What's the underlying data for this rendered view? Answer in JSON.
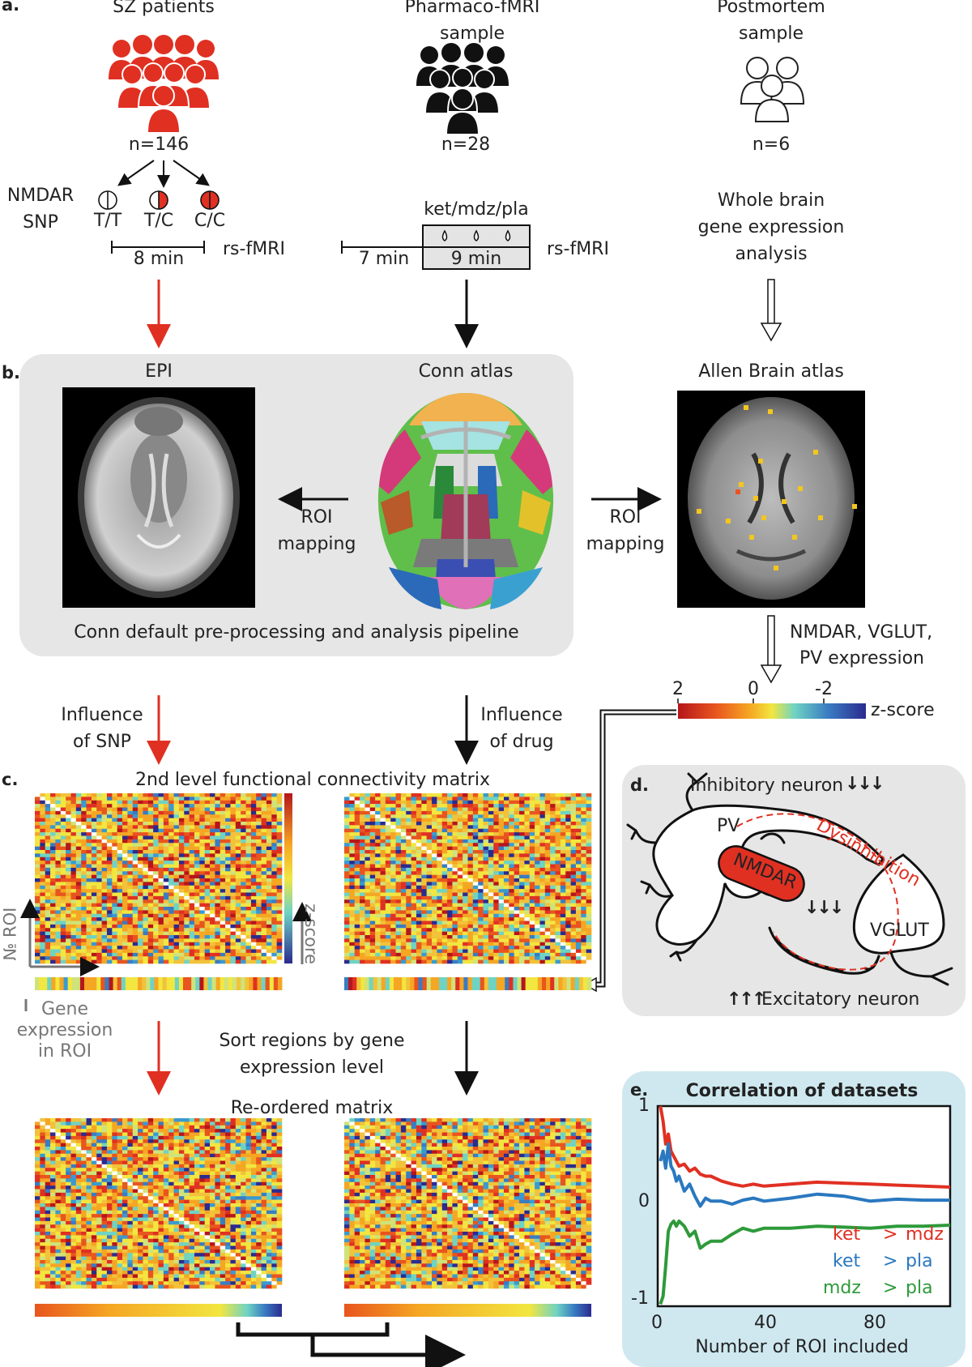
{
  "panel_labels": {
    "a": "a.",
    "b": "b.",
    "c": "c.",
    "d": "d.",
    "e": "e."
  },
  "panel_a": {
    "groups": [
      {
        "title": "SZ patients",
        "n": "n=146",
        "color": "#e03022"
      },
      {
        "title_line1": "Pharmaco-fMRI",
        "title_line2": "sample",
        "n": "n=28",
        "color": "#111111"
      },
      {
        "title_line1": "Postmortem",
        "title_line2": "sample",
        "n": "n=6",
        "color": "#ffffff"
      }
    ],
    "snp_label_line1": "NMDAR",
    "snp_label_line2": "SNP",
    "genotypes": [
      "T/T",
      "T/C",
      "C/C"
    ],
    "sz_scan_duration": "8 min",
    "scan_label": "rs-fMRI",
    "drug_conditions": "ket/mdz/pla",
    "baseline_duration": "7 min",
    "drug_duration": "9 min",
    "postmortem_text": [
      "Whole brain",
      "gene expression",
      "analysis"
    ]
  },
  "panel_b": {
    "epi_title": "EPI",
    "atlas_title": "Conn atlas",
    "allen_title": "Allen Brain atlas",
    "roi_mapping_line1": "ROI",
    "roi_mapping_line2": "mapping",
    "pipeline_caption": "Conn default pre-processing and analysis pipeline",
    "expression_line1": "NMDAR, VGLUT,",
    "expression_line2": "PV expression",
    "colorbar_ticks": [
      "2",
      "0",
      "-2"
    ],
    "colorbar_label": "z-score"
  },
  "panel_c": {
    "influence_snp": [
      "Influence",
      "of SNP"
    ],
    "influence_drug": [
      "Influence",
      "of drug"
    ],
    "matrix_title": "2nd level functional connectivity matrix",
    "axis_roi": "№ ROI",
    "axis_zscore": "z-score",
    "gene_expression_label": [
      "Gene",
      "expression",
      "in ROI"
    ],
    "sort_text": [
      "Sort regions by gene",
      "expression level"
    ],
    "reordered_title": "Re-ordered matrix"
  },
  "panel_d": {
    "inhibitory": "Inhibitory neuron",
    "inhibitory_arrows": "↓↓↓",
    "pv": "PV",
    "nmdar": "NMDAR",
    "nmdar_arrows": "↓↓↓",
    "dysinhibition": "Dysinhibition",
    "vglut": "VGLUT",
    "excitatory": "Excitatory neuron",
    "excitatory_arrows": "↑↑↑"
  },
  "chart_data": {
    "type": "line",
    "title": "Correlation of datasets",
    "xlabel": "Number of ROI included",
    "ylabel": "",
    "xlim": [
      0,
      110
    ],
    "ylim": [
      -1,
      1
    ],
    "xticks": [
      "0",
      "40",
      "80"
    ],
    "yticks": [
      "1",
      "0",
      "-1"
    ],
    "legend_position": "bottom-right",
    "series": [
      {
        "name": "ket > mdz",
        "legend_left": "ket",
        "legend_op": ">",
        "legend_right": "mdz",
        "color": "#e03022",
        "x": [
          1,
          2,
          3,
          4,
          5,
          6,
          7,
          8,
          10,
          12,
          14,
          16,
          18,
          20,
          24,
          28,
          32,
          36,
          40,
          50,
          60,
          70,
          80,
          90,
          100,
          110
        ],
        "y": [
          1.0,
          0.85,
          0.62,
          0.72,
          0.55,
          0.5,
          0.45,
          0.4,
          0.42,
          0.35,
          0.38,
          0.32,
          0.3,
          0.3,
          0.25,
          0.22,
          0.2,
          0.22,
          0.2,
          0.22,
          0.24,
          0.23,
          0.22,
          0.21,
          0.2,
          0.19
        ]
      },
      {
        "name": "ket > pla",
        "legend_left": "ket",
        "legend_op": ">",
        "legend_right": "pla",
        "color": "#2a78c0",
        "x": [
          1,
          2,
          3,
          4,
          5,
          6,
          7,
          8,
          10,
          12,
          14,
          16,
          18,
          20,
          24,
          28,
          32,
          36,
          40,
          50,
          60,
          70,
          80,
          90,
          100,
          110
        ],
        "y": [
          0.45,
          0.55,
          0.38,
          0.62,
          0.4,
          0.35,
          0.25,
          0.3,
          0.15,
          0.22,
          0.1,
          0.0,
          0.08,
          0.05,
          0.05,
          0.02,
          0.06,
          0.08,
          0.05,
          0.08,
          0.12,
          0.1,
          0.05,
          0.07,
          0.06,
          0.06
        ]
      },
      {
        "name": "mdz > pla",
        "legend_left": "mdz",
        "legend_op": ">",
        "legend_right": "pla",
        "color": "#2e9a3a",
        "x": [
          1,
          2,
          3,
          4,
          5,
          6,
          7,
          8,
          10,
          12,
          14,
          16,
          18,
          20,
          24,
          28,
          32,
          36,
          40,
          50,
          60,
          70,
          80,
          90,
          100,
          110
        ],
        "y": [
          -0.98,
          -0.9,
          -0.6,
          -0.25,
          -0.18,
          -0.15,
          -0.2,
          -0.15,
          -0.2,
          -0.3,
          -0.25,
          -0.42,
          -0.38,
          -0.35,
          -0.35,
          -0.28,
          -0.22,
          -0.25,
          -0.22,
          -0.22,
          -0.2,
          -0.21,
          -0.22,
          -0.2,
          -0.2,
          -0.19
        ]
      }
    ]
  }
}
